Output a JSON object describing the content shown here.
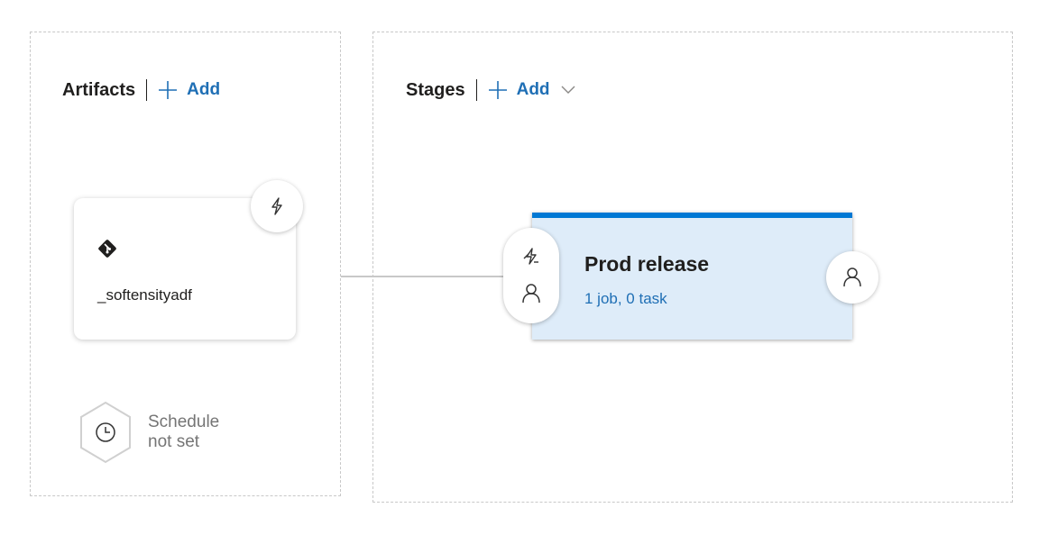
{
  "artifacts": {
    "title": "Artifacts",
    "add_label": "Add",
    "card": {
      "name": "_softensityadf",
      "icons": [
        "git-icon",
        "trigger-lightning-icon"
      ]
    },
    "schedule": {
      "line1": "Schedule",
      "line2": "not set",
      "icon": "clock-icon"
    }
  },
  "stages": {
    "title": "Stages",
    "add_label": "Add",
    "stage": {
      "name": "Prod release",
      "summary": "1 job, 0 task",
      "icons": [
        "pre-deployment-conditions-icon",
        "pre-deployment-approvers-icon",
        "post-deployment-approvers-icon"
      ]
    }
  },
  "colors": {
    "accent": "#0078d4",
    "link": "#1f6fb5",
    "stage_background": "#deecf9",
    "border": "#c8c8c8"
  }
}
